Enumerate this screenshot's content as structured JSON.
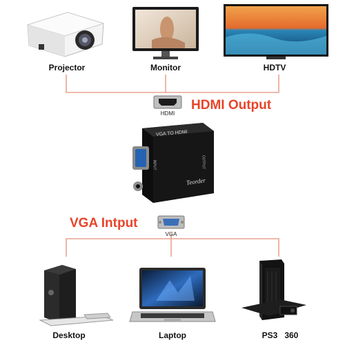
{
  "outputs": {
    "title": "HDMI Output",
    "port_label": "HDMI",
    "devices": [
      {
        "label": "Projector"
      },
      {
        "label": "Monitor"
      },
      {
        "label": "HDTV"
      }
    ]
  },
  "inputs": {
    "title": "VGA Intput",
    "port_label": "VGA",
    "devices": [
      {
        "label": "Desktop"
      },
      {
        "label": "Laptop"
      },
      {
        "label": "PS3   360"
      }
    ]
  },
  "adapter": {
    "model_text": "VGA TO HDMI",
    "brand": "Teorder",
    "input_label": "INPUT",
    "output_label": "OUTPUT"
  },
  "colors": {
    "connector_line": "#e9a38f",
    "title_red": "#e8442a"
  }
}
